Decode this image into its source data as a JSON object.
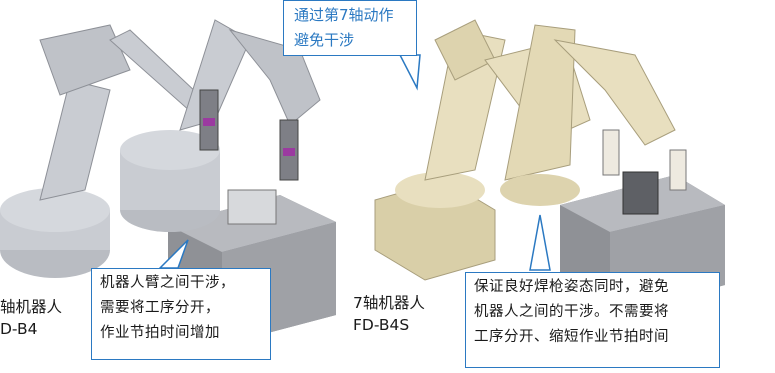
{
  "left": {
    "model_label_line1": "轴机器人",
    "model_label_line2": "D-B4",
    "caption_lines": [
      "机器人臂之间干涉，",
      "需要将工序分开，",
      "作业节拍时间增加"
    ]
  },
  "right": {
    "callout_lines": [
      "通过第7轴动作",
      "避免干涉"
    ],
    "model_label_line1": "7轴机器人",
    "model_label_line2": "FD-B4S",
    "caption_lines": [
      "保证良好焊枪姿态同时，避免",
      "机器人之间的干涉。不需要将",
      "工序分开、缩短作业节拍时间"
    ]
  },
  "colors": {
    "accent_blue": "#2b79c2",
    "robot_grey": "#c9ccd2",
    "robot_cream": "#e8dfbf",
    "box_grey": "#9a9ca0"
  }
}
